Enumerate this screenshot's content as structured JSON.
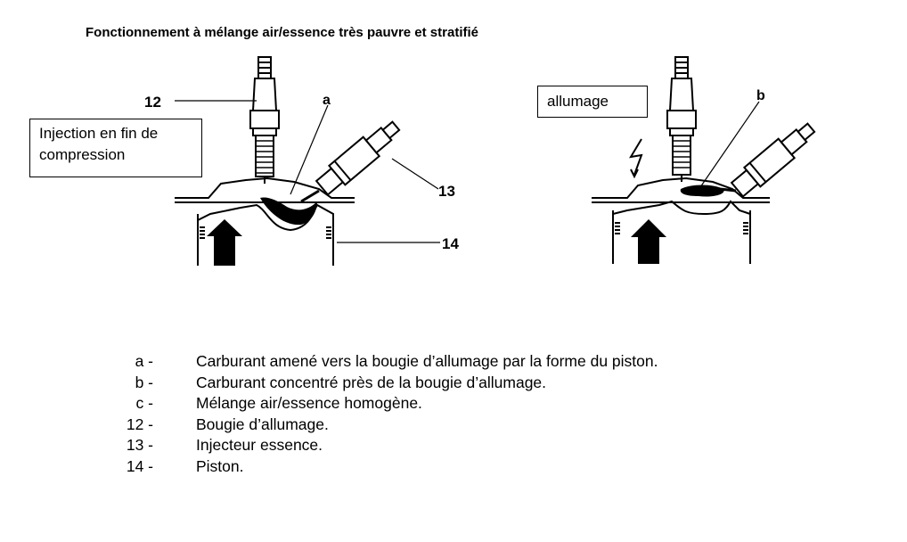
{
  "title": "Fonctionnement à mélange air/essence très pauvre et stratifié",
  "diagram": {
    "box_left": [
      "Injection en fin de",
      "compression"
    ],
    "box_right": "allumage",
    "callouts": {
      "left_a": "a",
      "left_12": "12",
      "left_13": "13",
      "left_14": "14",
      "right_b": "b"
    }
  },
  "legend": [
    {
      "code": "a -",
      "text": "Carburant amené vers la bougie d’allumage par la forme du piston."
    },
    {
      "code": "b -",
      "text": "Carburant concentré près de la bougie d’allumage."
    },
    {
      "code": "c -",
      "text": "Mélange air/essence homogène."
    },
    {
      "code": "12 -",
      "text": "Bougie d’allumage."
    },
    {
      "code": "13 -",
      "text": "Injecteur essence."
    },
    {
      "code": "14 -",
      "text": "Piston."
    }
  ]
}
